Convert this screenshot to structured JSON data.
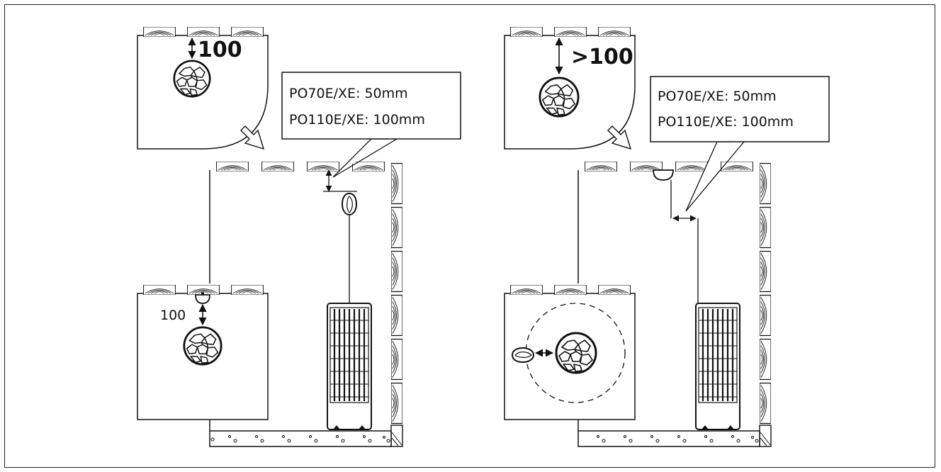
{
  "left_panel": {
    "top_inset_clearance": "100",
    "bottom_inset_clearance": "100",
    "callout": {
      "line1": "PO70E/XE: 50mm",
      "line2": "PO110E/XE: 100mm"
    }
  },
  "right_panel": {
    "top_inset_clearance": ">100",
    "callout": {
      "line1": "PO70E/XE: 50mm",
      "line2": "PO110E/XE: 100mm"
    }
  },
  "icons": {
    "heater": "sauna-heater-icon",
    "stones": "sauna-stones-icon",
    "sensor": "temperature-sensor-icon",
    "wood": "wood-planks-icon",
    "floor": "concrete-floor-icon"
  }
}
